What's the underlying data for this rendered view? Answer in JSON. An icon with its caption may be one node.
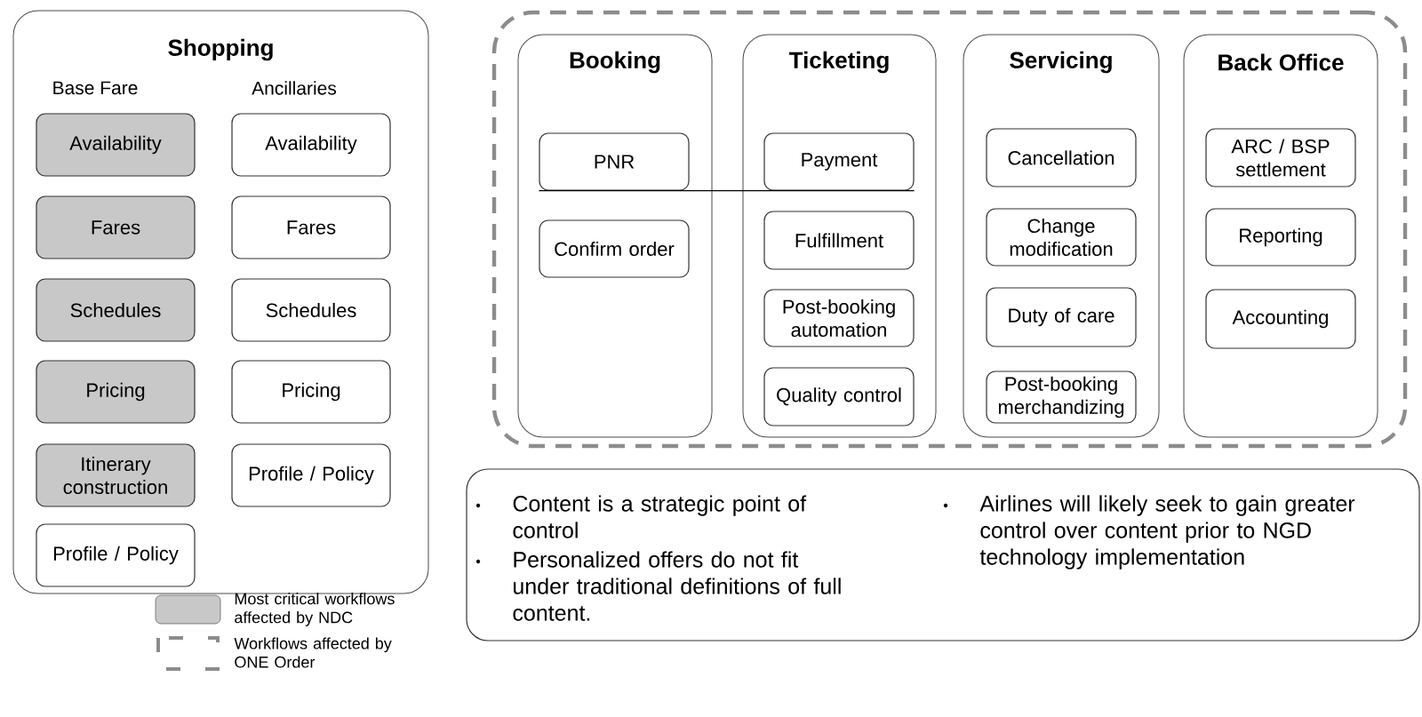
{
  "diagram": {
    "nodes": [
      {
        "text": [
          "Shopping"
        ]
      },
      {
        "text": [
          "Availability"
        ],
        "in": 0
      },
      {
        "text": [
          "Availability"
        ],
        "in": 0
      },
      {
        "text": [
          "Fares"
        ],
        "in": 0
      },
      {
        "text": [
          "Fares"
        ],
        "in": 0
      },
      {
        "text": [
          "Schedules"
        ],
        "in": 0
      },
      {
        "text": [
          "Schedules"
        ],
        "in": 0
      },
      {
        "text": [
          "Pricing"
        ],
        "in": 0
      },
      {
        "text": [
          "Pricing"
        ],
        "in": 0
      },
      {
        "text": [
          "Itinerary construction"
        ],
        "in": 0
      },
      {
        "text": [
          "Profile / Policy"
        ],
        "in": 0
      },
      {
        "text": [
          "Profile / Policy"
        ],
        "in": 0
      },
      {
        "text": [],
        "shape": "box"
      },
      {
        "text": [
          "Booking"
        ],
        "in": 12
      },
      {
        "text": [
          "PNR"
        ],
        "in": 13
      },
      {
        "text": [
          "Confirm order"
        ],
        "in": 13
      },
      {
        "text": [
          "Ticketing"
        ],
        "in": 12
      },
      {
        "text": [
          "Payment"
        ],
        "in": 16
      },
      {
        "text": [
          "Fulfillment"
        ],
        "in": 16
      },
      {
        "text": [
          "Post-booking automation"
        ],
        "in": 16
      },
      {
        "text": [
          "Quality control"
        ],
        "in": 16
      },
      {
        "text": [
          "Servicing"
        ],
        "in": 12
      },
      {
        "text": [
          "Cancellation"
        ],
        "in": 21
      },
      {
        "text": [
          "Change modification"
        ],
        "in": 21
      },
      {
        "text": [
          "Duty of care"
        ],
        "in": 21
      },
      {
        "text": [
          "Post-booking merchandizing"
        ],
        "in": 21
      },
      {
        "text": [
          "Back Office"
        ],
        "in": 12
      },
      {
        "text": [
          "ARC / BSP settlement"
        ],
        "in": 26
      },
      {
        "text": [
          "Reporting"
        ],
        "in": 26
      },
      {
        "text": [
          "Accounting"
        ],
        "in": 26
      },
      {
        "text": [
          "Content is a strategic point of control",
          "Personalized offers do not fit under traditional definitions of full content.",
          "Airlines will likely seek to gain greater control over content prior to NGD technology implementation"
        ]
      }
    ],
    "edges": [
      {
        "from": 14,
        "to": 17,
        "arrow": "none"
      }
    ],
    "labels": [
      "Base Fare",
      "Ancillaries"
    ],
    "legend": [
      {
        "text": "Most critical workflows affected by NDC",
        "color": "#c8c8c8"
      },
      {
        "text": "Workflows affected by ONE Order"
      }
    ]
  }
}
